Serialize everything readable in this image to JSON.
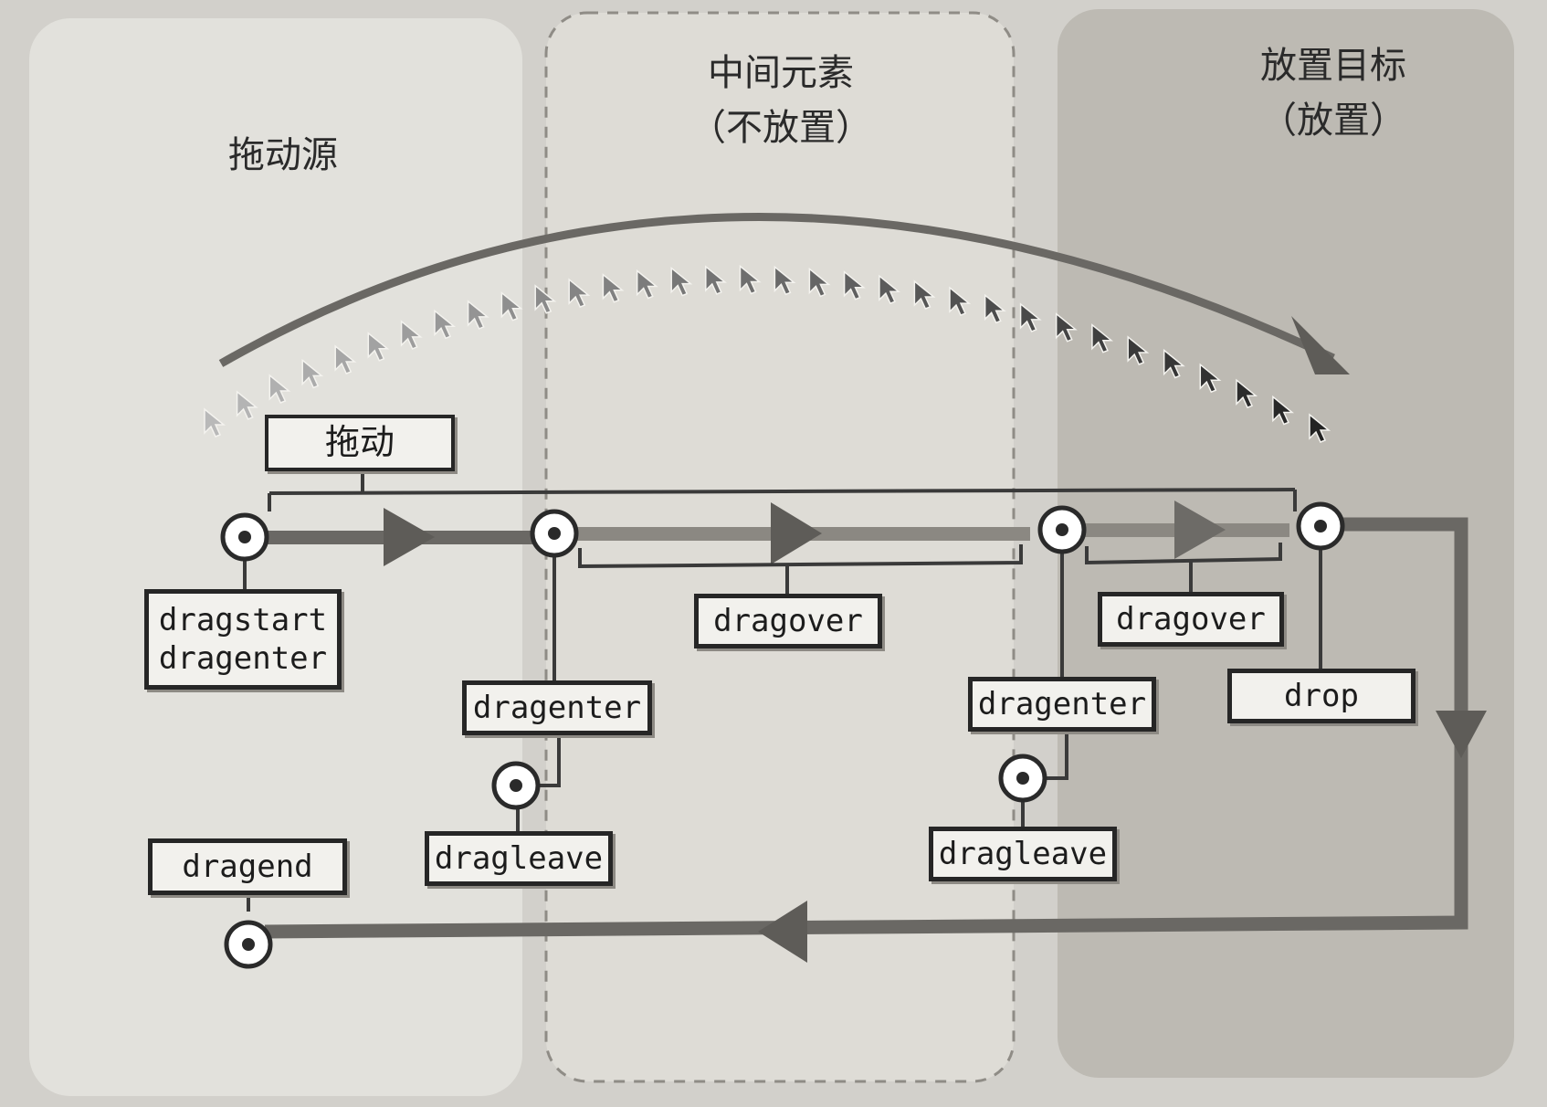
{
  "zones": {
    "source": {
      "title": "拖动源"
    },
    "intermediate": {
      "title_line1": "中间元素",
      "title_line2": "（不放置）"
    },
    "target": {
      "title_line1": "放置目标",
      "title_line2": "（放置）"
    }
  },
  "drag_label": "拖动",
  "events": {
    "source_start": {
      "line1": "dragstart",
      "line2": "dragenter"
    },
    "mid_enter": "dragenter",
    "mid_leave": "dragleave",
    "mid_over": "dragover",
    "target_enter": "dragenter",
    "target_leave": "dragleave",
    "target_over": "dragover",
    "drop": "drop",
    "dragend": "dragend"
  },
  "colors": {
    "background": "#d2d0cb",
    "zone_source": "#e2e1dc",
    "zone_intermediate": "#dedcd6",
    "zone_target": "#bdbab3",
    "arrow": "#6a6864",
    "line": "#3a3a3a"
  }
}
